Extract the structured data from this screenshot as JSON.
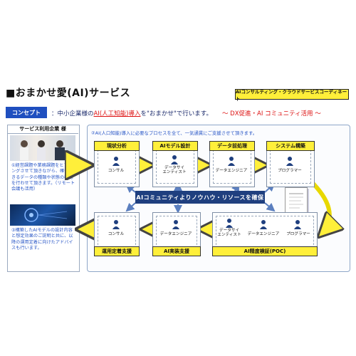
{
  "title": "■おまかせ愛(AI)サービス",
  "tag": "AIコンサルティング・クラウドサービスコーディネート",
  "concept": {
    "label": "コンセプト",
    "text_prefix": "：中小企業様の",
    "text_highlight": "AI(人工知能)導入",
    "text_mid": "を\"おまかせ\"で行います。",
    "text_dx": "～ DX促進・AI コミュニティ活用 ～"
  },
  "left_panel": {
    "heading": "サービス利用企業 様",
    "note1": "①経営課題や業務課題をヒアリングさせて頂きながら、確保できるデータの種類や状態の確認を行わせて頂きます。（リモート会議も活用）",
    "note3": "③構築したAIモデルの設計内容と想定効果のご説明と共に、以降の運用定着に向けたアドバイスも行います。"
  },
  "main_panel": {
    "note2": "②AI(人口知能)導入に必要なプロセスを全て、一気通貫にご支援させて頂きます。"
  },
  "process": {
    "top": [
      {
        "label": "現状分析",
        "roles": [
          "コンサル"
        ]
      },
      {
        "label": "AIモデル設計",
        "roles": [
          "データサイ\nエンティスト"
        ]
      },
      {
        "label": "データ前処理",
        "roles": [
          "データエンジニア"
        ]
      },
      {
        "label": "システム構築",
        "roles": [
          "プログラマー"
        ]
      }
    ],
    "bottom": [
      {
        "label": "運用定着支援",
        "roles": [
          "コンサル"
        ]
      },
      {
        "label": "AI実装支援",
        "roles": [
          "データエンジニア"
        ]
      },
      {
        "label": "AI精度検証(POC)",
        "roles": [
          "データサイ\nエンティスト",
          "データエンジニア",
          "プログラマー"
        ]
      }
    ]
  },
  "banner": "AIコミュニティよりノウハウ・リソースを確保",
  "colors": {
    "accent_yellow": "#ffef3a",
    "navy": "#1f3f7f",
    "blue_text": "#2b58c7",
    "red": "#dd1111"
  }
}
